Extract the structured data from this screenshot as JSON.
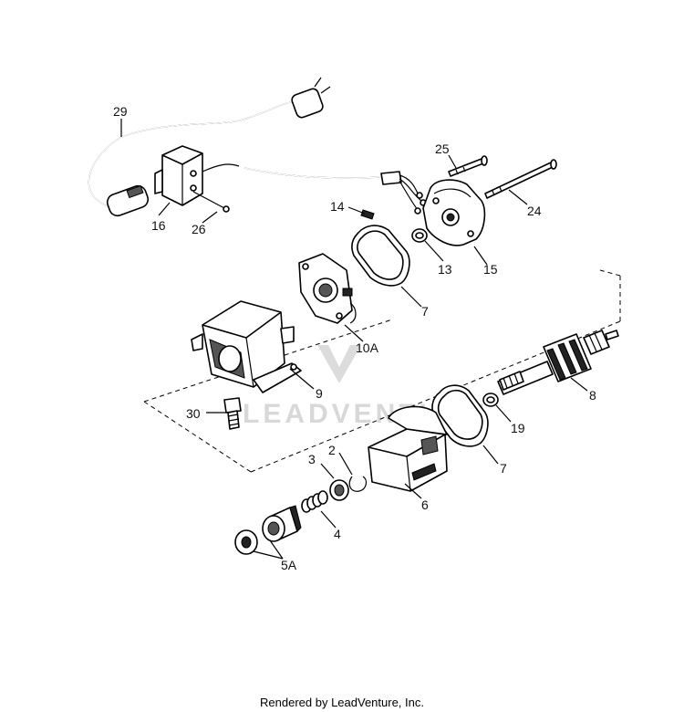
{
  "callouts": {
    "p29": "29",
    "p16": "16",
    "p26": "26",
    "p25": "25",
    "p24": "24",
    "p14": "14",
    "p13": "13",
    "p15": "15",
    "p7a": "7",
    "p10a": "10A",
    "p9": "9",
    "p30": "30",
    "p8": "8",
    "p19": "19",
    "p7b": "7",
    "p3": "3",
    "p2": "2",
    "p6": "6",
    "p4": "4",
    "p5a": "5A"
  },
  "watermark": "LEADVENTURE",
  "footer": "Rendered by LeadVenture, Inc."
}
